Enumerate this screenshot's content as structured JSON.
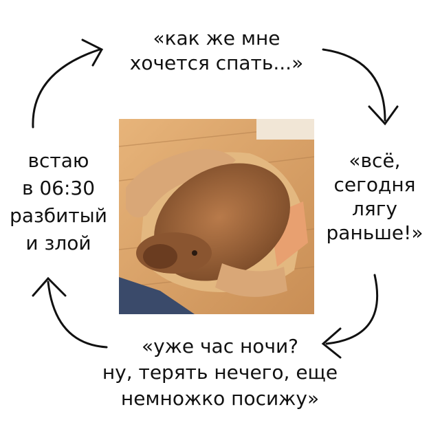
{
  "cycle": {
    "top": [
      "«как же мне",
      "хочется спать...»"
    ],
    "right": [
      "«всё,",
      "сегодня",
      "лягу",
      "раньше!»"
    ],
    "bottom": [
      "«уже час ночи?",
      "ну, терять нечего, еще",
      "немножко посижу»"
    ],
    "left": [
      "встаю",
      "в 06:30",
      "разбитый",
      "и злой"
    ]
  }
}
